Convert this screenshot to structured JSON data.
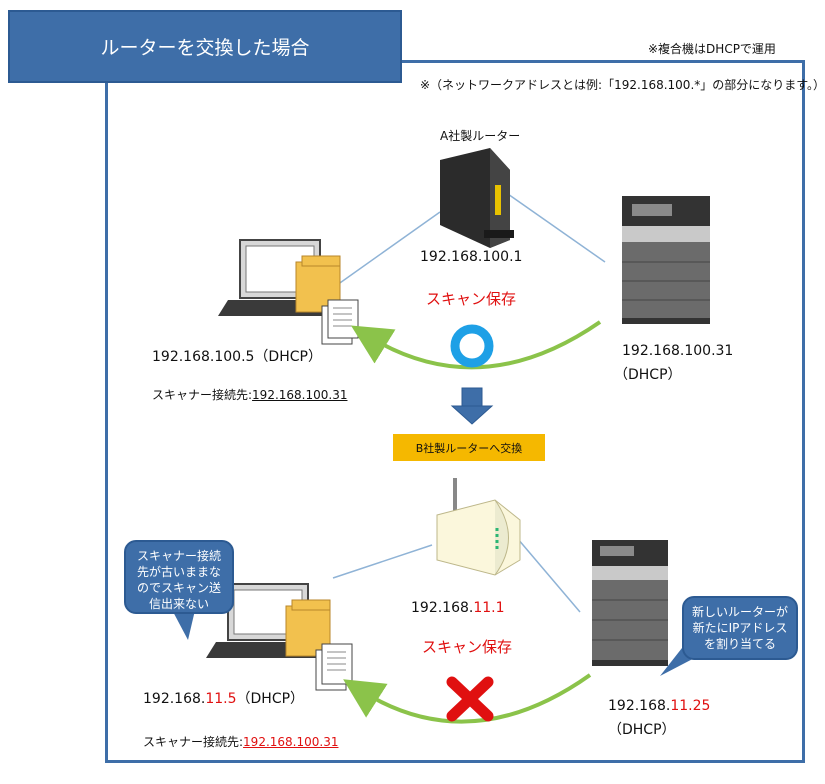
{
  "title": "ルーターを交換した場合",
  "note_dhcp": "※複合機はDHCPで運用",
  "note_network": "※（ネットワークアドレスとは例:「192.168.100.*」の部分になります。）",
  "top": {
    "router_label": "A社製ルーター",
    "router_ip": "192.168.100.1",
    "scan_label": "スキャン保存",
    "pc_ip": "192.168.100.5（DHCP）",
    "printer_ip": "192.168.100.31",
    "printer_dhcp": "（DHCP）",
    "scanner_dest_label": "スキャナー接続先:",
    "scanner_dest_value": "192.168.100.31",
    "result": "success"
  },
  "exchange_label": "B社製ルーターへ交換",
  "bottom": {
    "router_ip_prefix": "192.168.",
    "router_ip_net": "11",
    "router_ip_host": ".1",
    "scan_label": "スキャン保存",
    "pc_ip_prefix": "192.168.",
    "pc_ip_net": "11.5",
    "pc_ip_suffix": "（DHCP）",
    "printer_ip_prefix": "192.168.",
    "printer_ip_net": "11.25",
    "printer_dhcp": "（DHCP）",
    "scanner_dest_label": "スキャナー接続先:",
    "scanner_dest_value": "192.168.100.31",
    "bubble_left": [
      "スキャナー接続",
      "先が古いままな",
      "のでスキャン送",
      "信出来ない"
    ],
    "bubble_right": [
      "新しいルーターが",
      "新たにIPアドレス",
      "を割り当てる"
    ],
    "result": "failure"
  },
  "colors": {
    "frame": "#3e6ea8",
    "accent_red": "#e01010",
    "arrow_green": "#8bc34a",
    "success_ring": "#1ea0e6",
    "highlight": "#f5b800"
  }
}
